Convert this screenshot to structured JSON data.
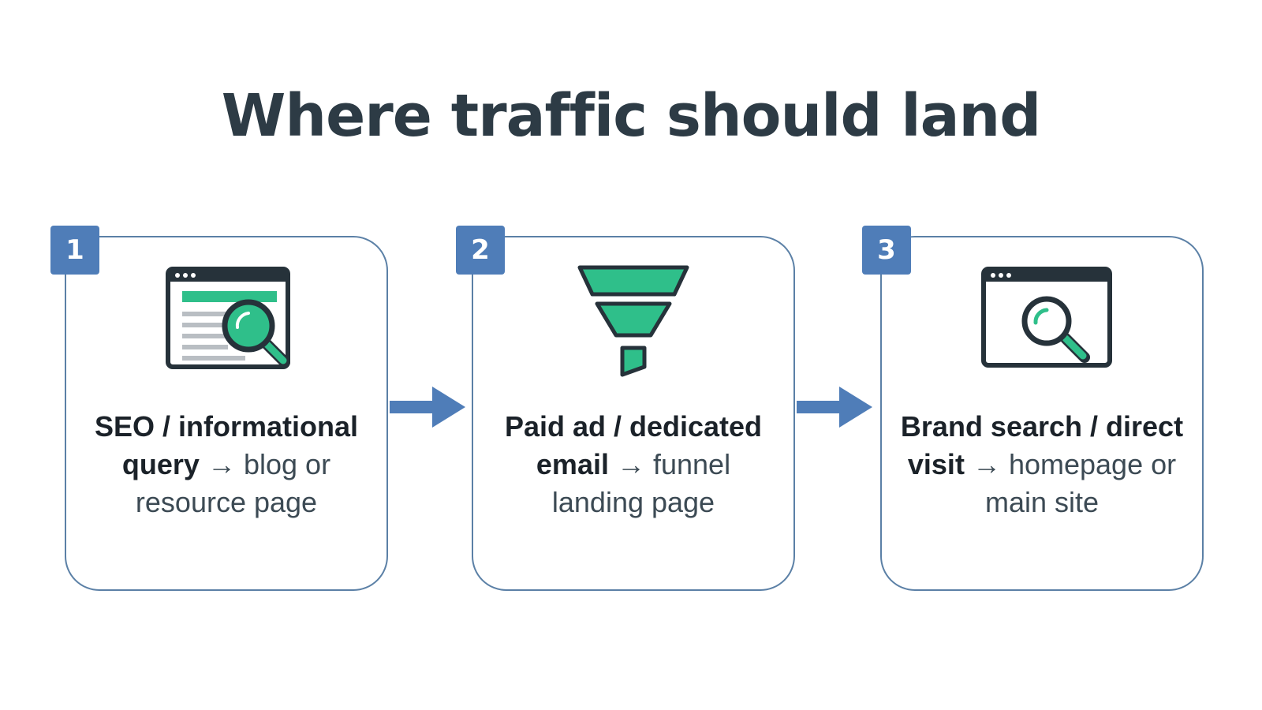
{
  "title": "Where traffic should land",
  "colors": {
    "accent_green": "#2fbf8a",
    "accent_blue": "#4f7db8",
    "card_border": "#5b80a6",
    "ink": "#26323a"
  },
  "steps": [
    {
      "number": "1",
      "icon": "browser-magnifier-icon",
      "bold": "SEO / informational query",
      "rest": "→ blog or resource page"
    },
    {
      "number": "2",
      "icon": "funnel-icon",
      "bold": "Paid ad / dedicated email",
      "rest": "→ funnel landing page"
    },
    {
      "number": "3",
      "icon": "browser-search-icon",
      "bold": "Brand search / direct visit",
      "rest": "→ homepage or main site"
    }
  ],
  "connectors": [
    {
      "from": "1",
      "to": "2",
      "icon": "arrow-right-icon"
    },
    {
      "from": "2",
      "to": "3",
      "icon": "arrow-right-icon"
    }
  ]
}
